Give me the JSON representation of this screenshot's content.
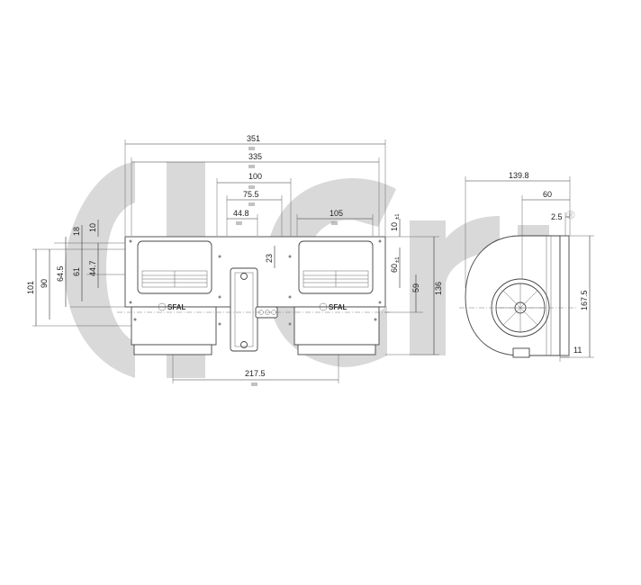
{
  "watermark": {
    "text": "acr",
    "registered_mark": "®",
    "color": "#d9d9d9"
  },
  "brand_label": "SFAL",
  "front_view": {
    "dims": {
      "overall_width": "351",
      "mount_width": "335",
      "inner_100": "100",
      "inner_75_5": "75.5",
      "inner_44_8": "44.8",
      "outlet_width": "105",
      "bottom_217_5": "217.5",
      "h_23": "23",
      "left_10": "10",
      "left_18": "18",
      "left_64_5": "64.5",
      "left_61": "61",
      "left_44_7": "44.7",
      "left_90": "90",
      "left_101": "101",
      "right_10": "10",
      "right_10_tol": "±1",
      "right_60": "60",
      "right_60_tol": "±1",
      "right_59": "59",
      "right_136": "136"
    }
  },
  "side_view": {
    "dims": {
      "width_139_8": "139.8",
      "width_60": "60",
      "width_2_5": "2.5",
      "height_167_5": "167.5",
      "bottom_11": "11"
    }
  }
}
